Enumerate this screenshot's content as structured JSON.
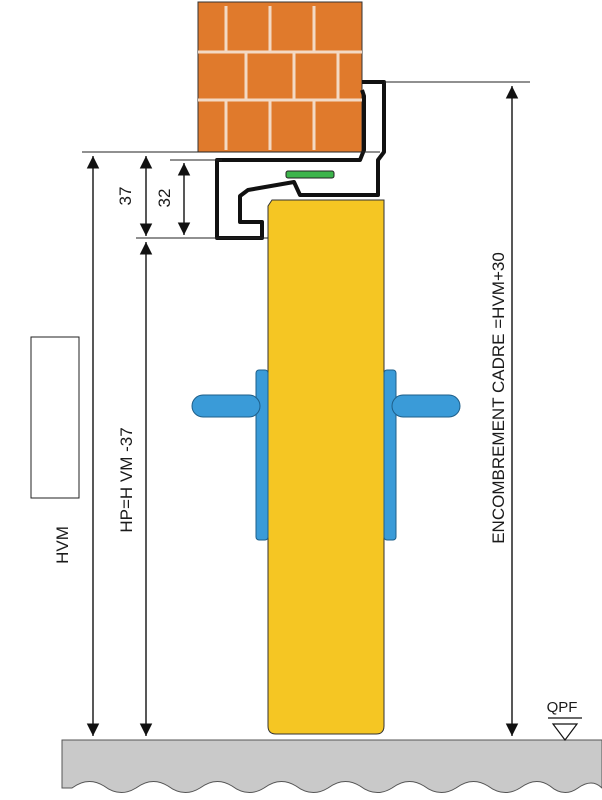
{
  "labels": {
    "hvm": "HVM",
    "hp": "HP=H  VM -37",
    "encombrement": "ENCOMBREMENT CADRE =HVM+30",
    "dim_37": "37",
    "dim_32": "32",
    "qpf": "QPF"
  },
  "colors": {
    "brick": "#e07a2c",
    "mortar": "#f3d9c4",
    "door_leaf": "#f5c623",
    "handle": "#3a9bd8",
    "floor": "#c9c9c9",
    "frame_line": "#111111",
    "seal": "#3cb44b"
  }
}
